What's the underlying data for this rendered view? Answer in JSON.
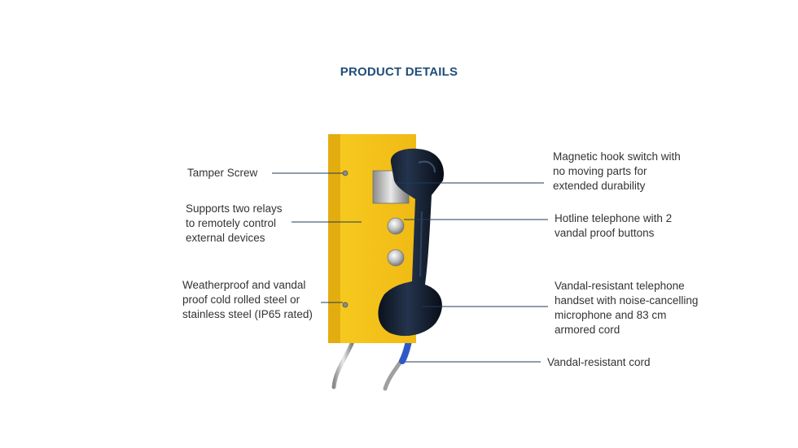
{
  "page_title": "PRODUCT DETAILS",
  "colors": {
    "title": "#1f4e79",
    "leader": "#1f3b5c",
    "panel": "#f2c01c",
    "panel_edge": "#d29e08",
    "handset": "#0f1826",
    "cord_blue": "#2e58c8",
    "steel": "#b5b5b5"
  },
  "callouts": {
    "tamper_screw": "Tamper Screw",
    "relays": "Supports two relays\nto remotely control\nexternal devices",
    "weatherproof": "Weatherproof and vandal\nproof cold rolled steel or\nstainless steel (IP65 rated)",
    "hook_switch": "Magnetic hook switch with\nno moving parts for\nextended durability",
    "hotline": "Hotline telephone with 2\nvandal proof buttons",
    "handset": "Vandal-resistant telephone\nhandset with noise-cancelling\nmicrophone and 83 cm\narmored cord",
    "cord": "Vandal-resistant cord"
  },
  "product_image": {
    "icons": [
      "telephone-icon",
      "button-icon",
      "screw-icon",
      "hook-switch-icon",
      "armored-cord-icon"
    ]
  }
}
